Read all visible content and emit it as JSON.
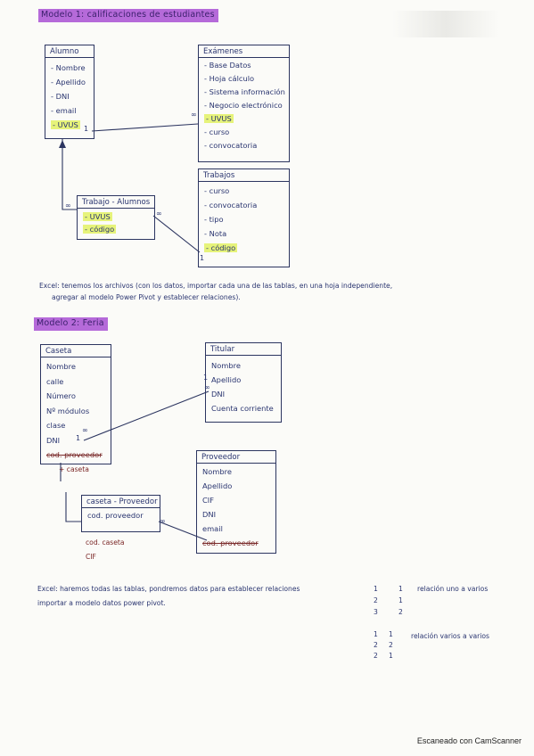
{
  "heading1": "Modelo 1: calificaciones de estudiantes",
  "heading2": "Modelo 2: Feria",
  "model1": {
    "alumno": {
      "title": "Alumno",
      "fields": [
        "- Nombre",
        "- Apellido",
        "- DNI",
        "- email",
        "- UVUS"
      ]
    },
    "examenes": {
      "title": "Exámenes",
      "fields": [
        "- Base Datos",
        "- Hoja cálculo",
        "- Sistema información",
        "- Negocio electrónico",
        "- UVUS",
        "- curso",
        "- convocatoria"
      ]
    },
    "trabajos": {
      "title": "Trabajos",
      "fields": [
        "- curso",
        "- convocatoria",
        "- tipo",
        "- Nota",
        "- código"
      ]
    },
    "trabajo_alumnos": {
      "title": "Trabajo - Alumnos",
      "fields": [
        "- UVUS",
        "- código"
      ]
    },
    "note_line1": "Excel: tenemos los archivos (con los datos, importar cada una de las tablas, en una hoja independiente,",
    "note_line2": "agregar al modelo Power Pivot y establecer relaciones)."
  },
  "model2": {
    "caseta": {
      "title": "Caseta",
      "fields": [
        "Nombre",
        "calle",
        "Número",
        "Nº módulos",
        "clase",
        "DNI",
        "cod. proveedor"
      ]
    },
    "titular": {
      "title": "Titular",
      "fields": [
        "Nombre",
        "Apellido",
        "DNI",
        "Cuenta corriente"
      ]
    },
    "proveedor": {
      "title": "Proveedor",
      "fields": [
        "Nombre",
        "Apellido",
        "CIF",
        "DNI",
        "email",
        "cod. proveedor"
      ]
    },
    "caseta_proveedor": {
      "title": "caseta - Proveedor",
      "fields": [
        "cod. proveedor"
      ]
    },
    "extra_fields": [
      "cod. caseta",
      "CIF"
    ],
    "caseta_label": "+ caseta",
    "note_line1": "Excel: haremos todas las tablas, pondremos datos para establecer relaciones",
    "note_line2": "importar a modelo datos power pivot."
  },
  "legend": {
    "one_to_many": {
      "label": "relación uno a varios",
      "left": [
        "1",
        "2",
        "3"
      ],
      "right": [
        "1",
        "1",
        "2"
      ]
    },
    "many_to_many": {
      "label": "relación varios a varios",
      "left": [
        "1",
        "2",
        "2"
      ],
      "right": [
        "1",
        "2",
        "1"
      ]
    }
  },
  "marks": {
    "one": "1",
    "many": "∞"
  },
  "footer": "Escaneado con CamScanner"
}
